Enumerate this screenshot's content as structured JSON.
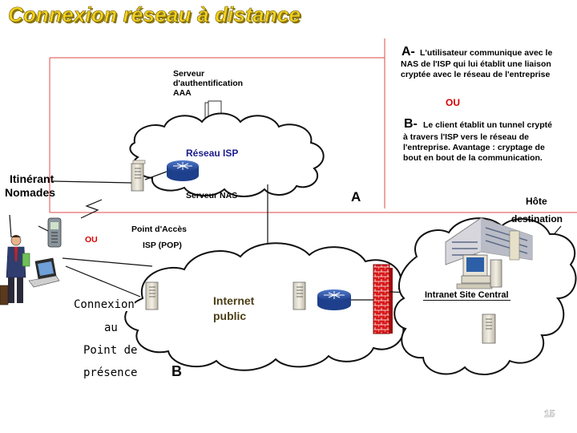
{
  "title": "Connexion réseau à distance",
  "note_a": {
    "letter": "A-",
    "line1": "L'utilisateur communique avec le",
    "line2": "NAS de l'ISP qui lui établit une liaison",
    "line3": "cryptée avec le réseau de l'entreprise"
  },
  "ou_right": "OU",
  "note_b": {
    "letter": "B-",
    "line1": "Le client établit un tunnel crypté",
    "line2": "à travers l'ISP vers le réseau de",
    "line3": "l'entreprise. Avantage : cryptage de",
    "line4": "bout en bout de la communication."
  },
  "aaa": {
    "line1": "Serveur",
    "line2": "d'authentification",
    "line3": "AAA"
  },
  "isp_cloud_label": "Réseau ISP",
  "nomads": {
    "line1": "Itinérant",
    "line2": "Nomades"
  },
  "nas_label": "Serveur NAS",
  "marker_a": "A",
  "host": {
    "line1": "Hôte",
    "line2": "destination"
  },
  "pop": {
    "line1": "Point d'Accès",
    "line2": "ISP (POP)"
  },
  "ou_left": "OU",
  "connexion": {
    "line1": "Connexion",
    "line2": "au",
    "line3": "Point de",
    "line4": "présence"
  },
  "internet": {
    "line1": "Internet",
    "line2": "public"
  },
  "marker_b": "B",
  "intranet": "Intranet  Site Central",
  "page_number": "15",
  "colors": {
    "title": "#f2d21e",
    "accent_red": "#d40000",
    "firewall": "#d01010",
    "cloud_stroke": "#111111"
  }
}
